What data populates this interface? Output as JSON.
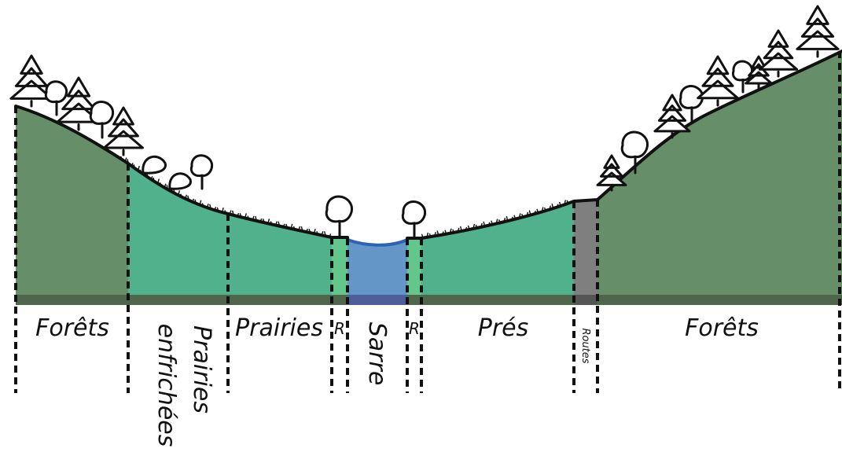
{
  "colors": {
    "forest": "#668e68",
    "meadow": "#52b18d",
    "riparian": "#63c68c",
    "river": "#6496c8",
    "river_line": "#2d62b5",
    "road": "#7f7f7f",
    "baseline": "#4f664c",
    "baseline_river": "#4d5e98",
    "baseline_road": "#555555",
    "outline": "#111111",
    "tree_fill": "#ffffff"
  },
  "zones": [
    {
      "key": "forest_left",
      "label": "Forêts",
      "type": "forest"
    },
    {
      "key": "prairies_enfrichees",
      "label_lines": [
        "Prairies",
        "enfrichées"
      ],
      "type": "meadow"
    },
    {
      "key": "prairies",
      "label": "Prairies",
      "type": "meadow"
    },
    {
      "key": "riparian_left",
      "label": "R",
      "type": "riparian"
    },
    {
      "key": "river",
      "label": "Sarre",
      "type": "river"
    },
    {
      "key": "riparian_right",
      "label": "R",
      "type": "riparian"
    },
    {
      "key": "pres",
      "label": "Prés",
      "type": "meadow"
    },
    {
      "key": "routes",
      "label": "Routes",
      "type": "road"
    },
    {
      "key": "forest_right",
      "label": "Forêts",
      "type": "forest"
    }
  ],
  "icons": {
    "conifer": "conifer-tree-icon",
    "deciduous": "deciduous-tree-icon",
    "shrub": "shrub-icon"
  }
}
